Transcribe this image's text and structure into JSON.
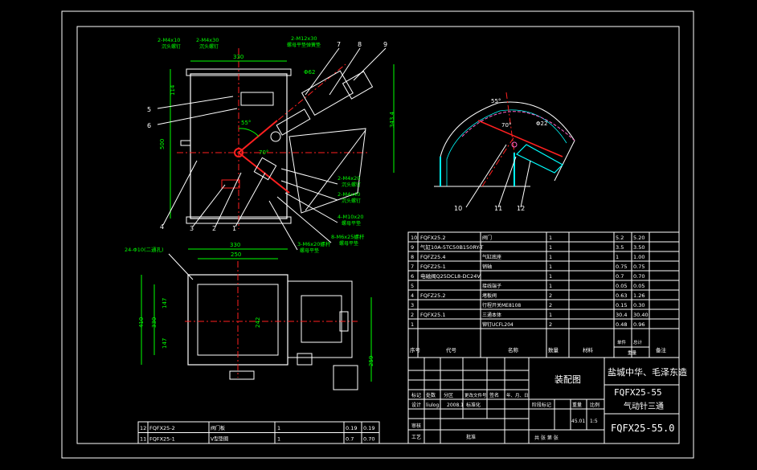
{
  "colors": {
    "background": "#000000",
    "frame": "#ffffff",
    "part": "#ffffff",
    "centerline": "#ff2020",
    "dimension": "#00ff00",
    "leader": "#ffffff",
    "accent": "#00ffff",
    "pink": "#ff66cc"
  },
  "top_view": {
    "callouts": [
      "1",
      "2",
      "3",
      "4",
      "5",
      "6",
      "7",
      "8",
      "9"
    ],
    "annotations": {
      "n1": "2-M4x10",
      "n1_sub": "沉头螺钉",
      "n2": "2-M4x30",
      "n2_sub": "沉头螺钉",
      "n3": "2-M12x30",
      "n3_sub": "螺母平垫弹簧垫",
      "n4": "2-M4x20",
      "n4_sub": "沉头螺钉",
      "n5": "2-M4x40",
      "n5_sub": "沉头螺钉",
      "n6": "4-M10x20",
      "n6_sub": "螺母平垫",
      "n7": "8-M6x25螺杆",
      "n7_sub": "螺母平垫",
      "n8": "3-M6x20螺杆",
      "n8_sub": "螺母平垫"
    },
    "dims": {
      "w": "330",
      "h1": "114",
      "h2": "500",
      "h3": "343.4",
      "ang": "55°",
      "ang2": "70°",
      "d": "Φ62"
    }
  },
  "side_view": {
    "callouts": [
      "10",
      "11",
      "12"
    ],
    "dims": {
      "ang": "55°",
      "ang2": "70°",
      "d": "Φ22"
    }
  },
  "bottom_view": {
    "dims": {
      "w1": "330",
      "w2": "250",
      "w3": "242",
      "h1": "410",
      "h2": "330",
      "h3": "147",
      "h4": "147",
      "h5": "259",
      "holes": "24-Φ10(二通孔)"
    }
  },
  "bom": {
    "rows": [
      {
        "no": "10",
        "code": "FQFX25.2",
        "name": "阀门",
        "qty": "1",
        "unit": "5.2",
        "total": "5.20"
      },
      {
        "no": "9",
        "code": "气缸10A-5TC50B150RY-T",
        "name": "",
        "qty": "1",
        "unit": "3.5",
        "total": "3.50"
      },
      {
        "no": "8",
        "code": "FQFZ25.4",
        "name": "气缸底座",
        "qty": "1",
        "unit": "1",
        "total": "1.00"
      },
      {
        "no": "7",
        "code": "FQFZ25-1",
        "name": "销轴",
        "qty": "1",
        "unit": "0.75",
        "total": "0.75"
      },
      {
        "no": "6",
        "code": "电磁阀Q25DCL8-DC24V",
        "name": "",
        "qty": "1",
        "unit": "0.7",
        "total": "0.70"
      },
      {
        "no": "5",
        "code": "",
        "name": "接线端子",
        "qty": "1",
        "unit": "0.05",
        "total": "0.05"
      },
      {
        "no": "4",
        "code": "FQFZ25.2",
        "name": "堵板阀",
        "qty": "2",
        "unit": "0.63",
        "total": "1.26"
      },
      {
        "no": "3",
        "code": "",
        "name": "行程开关ME8108",
        "qty": "2",
        "unit": "0.15",
        "total": "0.30"
      },
      {
        "no": "2",
        "code": "FQFX25.1",
        "name": "三通本体",
        "qty": "1",
        "unit": "30.4",
        "total": "30.40"
      },
      {
        "no": "1",
        "code": "",
        "name": "铆钉UCFL204",
        "qty": "2",
        "unit": "0.48",
        "total": "0.96"
      }
    ],
    "header": {
      "no": "序号",
      "code": "代号",
      "name": "名称",
      "qty": "数量",
      "material": "材料",
      "unit": "单件",
      "total": "总计",
      "weight": "重量",
      "remark": "备注"
    }
  },
  "bom_lower": {
    "rows": [
      {
        "no": "12",
        "code": "FQFX25-2",
        "name": "阀门板",
        "qty": "1",
        "unit": "0.19",
        "total": "0.19"
      },
      {
        "no": "11",
        "code": "FQFX25-1",
        "name": "V型垫圈",
        "qty": "1",
        "unit": "0.7",
        "total": "0.70"
      }
    ]
  },
  "title_block": {
    "drawing_type": "装配图",
    "company": "盐城中华、毛泽东造",
    "code1": "FQFX25-55",
    "product": "气动针三通",
    "code2": "FQFX25-55.0",
    "labels": [
      "标记",
      "处数",
      "分区",
      "更改文件号",
      "签名",
      "年、月、日"
    ],
    "row2": [
      "设计",
      "liulog",
      "2008.1",
      "标准化"
    ],
    "row3": [
      "审核"
    ],
    "row4": [
      "工艺",
      "批准"
    ],
    "stage_labels": [
      "阶段标记",
      "重量",
      "比例"
    ],
    "weight": "45.01",
    "scale": "1:5",
    "sheet": "共 张 第 张"
  }
}
